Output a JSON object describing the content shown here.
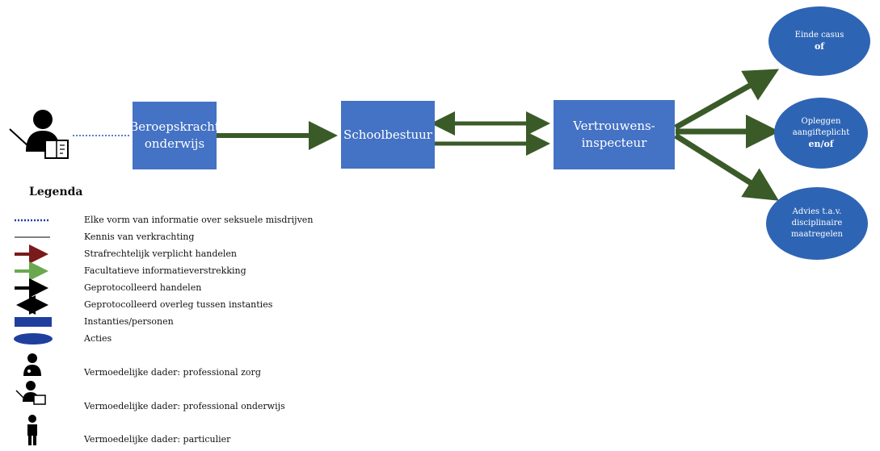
{
  "nodes": {
    "beroepskracht": {
      "line1": "Beroepskracht",
      "line2": "onderwijs"
    },
    "schoolbestuur": {
      "label": "Schoolbestuur"
    },
    "vertrouwens": {
      "line1": "Vertrouwens-",
      "line2": "inspecteur"
    }
  },
  "actions": {
    "einde": {
      "line1": "Einde casus",
      "bold": "of"
    },
    "opleggen": {
      "line1": "Opleggen",
      "line2": "aangifteplicht",
      "bold": "en/of"
    },
    "advies": {
      "line1": "Advies t.a.v.",
      "line2": "disciplinaire",
      "line3": "maatregelen"
    }
  },
  "legend": {
    "title": "Legenda",
    "items": [
      "Elke vorm van informatie over seksuele misdrijven",
      "Kennis van verkrachting",
      "Strafrechtelijk verplicht handelen",
      "Facultatieve informatieverstrekking",
      "Geprotocolleerd handelen",
      "Geprotocolleerd overleg tussen instanties",
      "Instanties/personen",
      "Acties",
      "Vermoedelijke dader: professional zorg",
      "Vermoedelijke dader: professional onderwijs",
      "Vermoedelijke dader: particulier"
    ]
  },
  "colors": {
    "instance": "#4472c4",
    "action": "#2e64b4",
    "flow_arrow": "#3a5a28",
    "dotted": "#5b7fc4",
    "legal_arrow": "#7a1a1a",
    "optional_arrow": "#6aa84f",
    "legend_rect": "#1f3f9f"
  }
}
